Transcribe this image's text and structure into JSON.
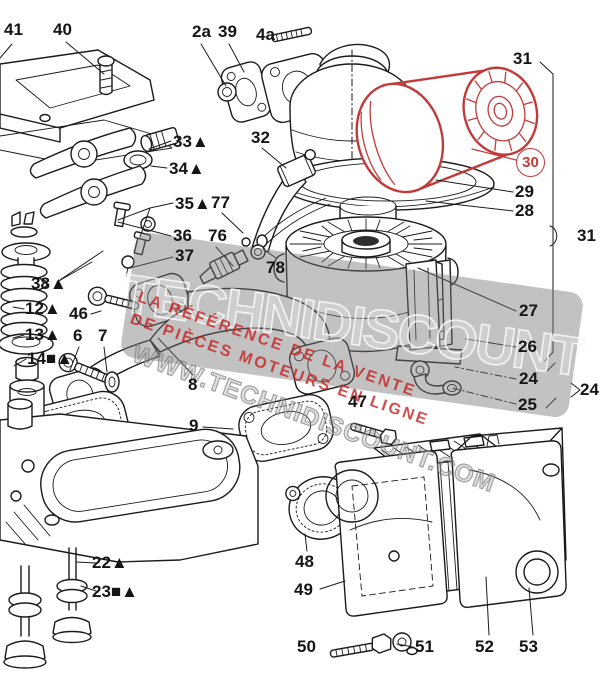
{
  "watermark": {
    "brand": "TECHNIDISCOUNT",
    "slogan_line1": "LA RÉFÉRENCE DE LA VENTE",
    "slogan_line2": "DE PIÈCES MOTEURS EN LIGNE",
    "url": "WWW.TECHNIDISCOUNT.COM",
    "slogan_color": "#c62222"
  },
  "diagram": {
    "type": "exploded-parts-diagram",
    "highlighted_part": "30",
    "highlight_color": "#c23b3b",
    "line_color": "#1b1b1b"
  },
  "labels": {
    "l41": "41",
    "l40": "40",
    "l2a": "2a",
    "l39": "39",
    "l4a": "4a",
    "l31_top": "31",
    "l32": "32",
    "l33": "33▲",
    "l34": "34▲",
    "l35": "35▲",
    "l77": "77",
    "l36": "36",
    "l76": "76",
    "l37": "37",
    "l78": "78",
    "l38": "38▲",
    "l12": "12▲",
    "l46": "46",
    "l13": "13▲",
    "l6": "6",
    "l7": "7",
    "l14": "14■▲",
    "l8": "8",
    "l9": "9",
    "l30": "30",
    "l29": "29",
    "l28": "28",
    "l31_mid": "31",
    "l27": "27",
    "l26": "26",
    "l24_left": "24",
    "l24_right": "24",
    "l25": "25",
    "l47": "47",
    "l22": "22▲",
    "l23": "23■▲",
    "l48": "48",
    "l49": "49",
    "l50": "50",
    "l51": "51",
    "l52": "52",
    "l53": "53"
  }
}
